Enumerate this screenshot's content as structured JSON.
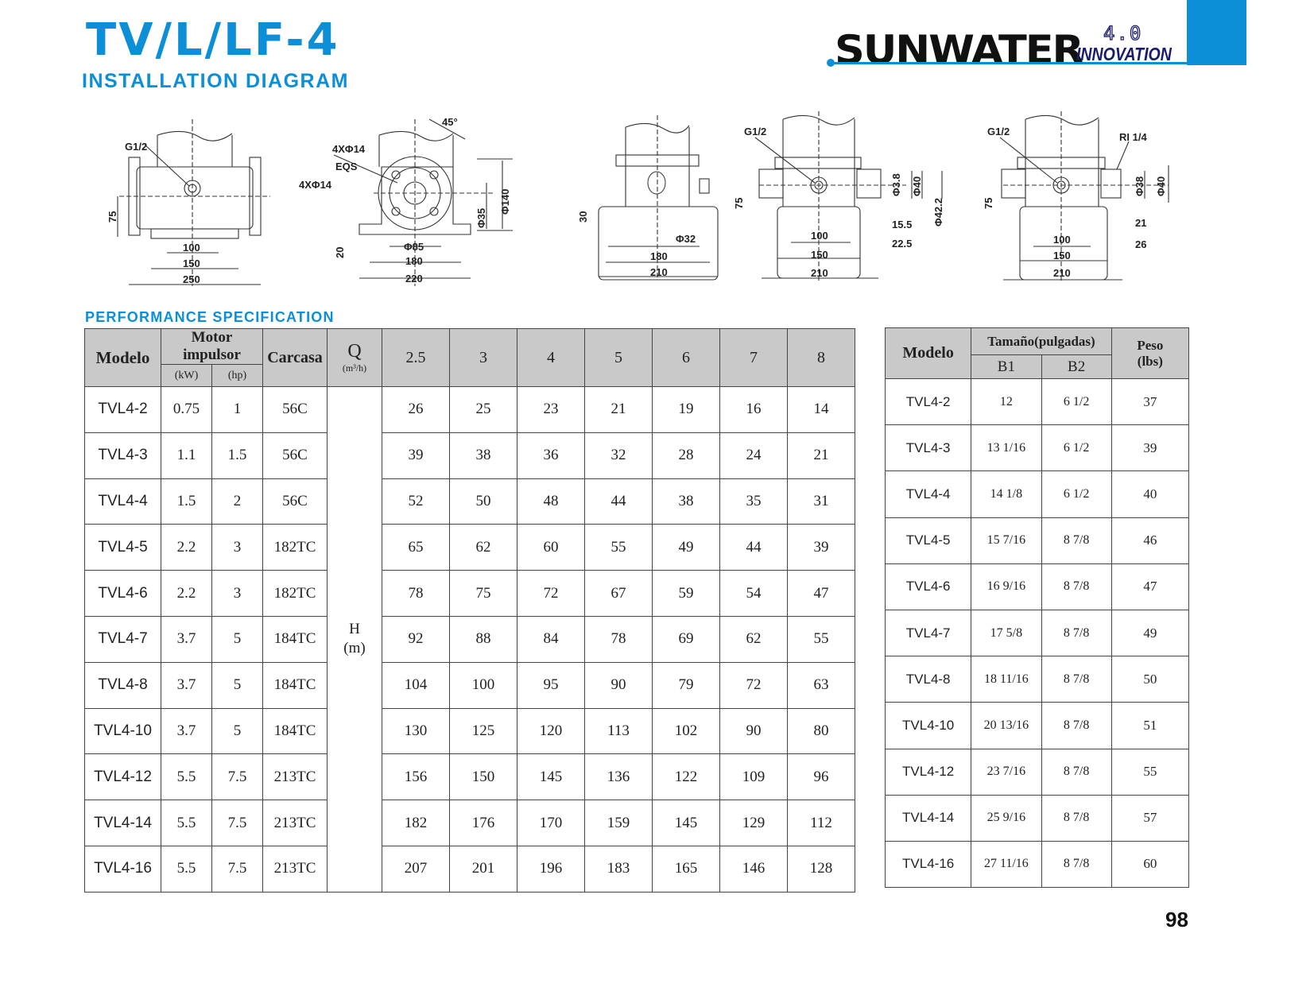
{
  "header": {
    "title": "TV/L/LF-4",
    "subtitle": "INSTALLATION DIAGRAM",
    "brand_color": "#0c8fd6"
  },
  "logo": {
    "word": "SUNWATER",
    "version": "4.0",
    "tagline": "INNOVATION"
  },
  "diagrams": [
    {
      "labels": [
        "G1/2",
        "75",
        "100",
        "150",
        "250"
      ]
    },
    {
      "labels": [
        "45°",
        "4XΦ14",
        "EQS",
        "4XΦ14",
        "Φ35",
        "Φ140",
        "20",
        "Φ85",
        "180",
        "220"
      ]
    },
    {
      "labels": [
        "30",
        "Φ32",
        "180",
        "210"
      ]
    },
    {
      "labels": [
        "G1/2",
        "75",
        "Φ3.8",
        "Φ40",
        "Φ42.2",
        "15.5",
        "22.5",
        "100",
        "150",
        "210"
      ]
    },
    {
      "labels": [
        "G1/2",
        "RI 1/4",
        "75",
        "Φ38",
        "Φ40",
        "21",
        "26",
        "100",
        "150",
        "210"
      ]
    }
  ],
  "section_title": "PERFORMANCE SPECIFICATION",
  "performance": {
    "headers": {
      "model": "Modelo",
      "motor": "Motor impulsor",
      "kw": "(kW)",
      "hp": "(hp)",
      "frame": "Carcasa",
      "q": "Q",
      "q_unit": "(m³/h)",
      "h": "H",
      "h_unit": "(m)"
    },
    "flows": [
      "2.5",
      "3",
      "4",
      "5",
      "6",
      "7",
      "8"
    ],
    "rows": [
      {
        "model": "TVL4-2",
        "kw": "0.75",
        "hp": "1",
        "frame": "56C",
        "heads": [
          "26",
          "25",
          "23",
          "21",
          "19",
          "16",
          "14"
        ]
      },
      {
        "model": "TVL4-3",
        "kw": "1.1",
        "hp": "1.5",
        "frame": "56C",
        "heads": [
          "39",
          "38",
          "36",
          "32",
          "28",
          "24",
          "21"
        ]
      },
      {
        "model": "TVL4-4",
        "kw": "1.5",
        "hp": "2",
        "frame": "56C",
        "heads": [
          "52",
          "50",
          "48",
          "44",
          "38",
          "35",
          "31"
        ]
      },
      {
        "model": "TVL4-5",
        "kw": "2.2",
        "hp": "3",
        "frame": "182TC",
        "heads": [
          "65",
          "62",
          "60",
          "55",
          "49",
          "44",
          "39"
        ]
      },
      {
        "model": "TVL4-6",
        "kw": "2.2",
        "hp": "3",
        "frame": "182TC",
        "heads": [
          "78",
          "75",
          "72",
          "67",
          "59",
          "54",
          "47"
        ]
      },
      {
        "model": "TVL4-7",
        "kw": "3.7",
        "hp": "5",
        "frame": "184TC",
        "heads": [
          "92",
          "88",
          "84",
          "78",
          "69",
          "62",
          "55"
        ]
      },
      {
        "model": "TVL4-8",
        "kw": "3.7",
        "hp": "5",
        "frame": "184TC",
        "heads": [
          "104",
          "100",
          "95",
          "90",
          "79",
          "72",
          "63"
        ]
      },
      {
        "model": "TVL4-10",
        "kw": "3.7",
        "hp": "5",
        "frame": "184TC",
        "heads": [
          "130",
          "125",
          "120",
          "113",
          "102",
          "90",
          "80"
        ]
      },
      {
        "model": "TVL4-12",
        "kw": "5.5",
        "hp": "7.5",
        "frame": "213TC",
        "heads": [
          "156",
          "150",
          "145",
          "136",
          "122",
          "109",
          "96"
        ]
      },
      {
        "model": "TVL4-14",
        "kw": "5.5",
        "hp": "7.5",
        "frame": "213TC",
        "heads": [
          "182",
          "176",
          "170",
          "159",
          "145",
          "129",
          "112"
        ]
      },
      {
        "model": "TVL4-16",
        "kw": "5.5",
        "hp": "7.5",
        "frame": "213TC",
        "heads": [
          "207",
          "201",
          "196",
          "183",
          "165",
          "146",
          "128"
        ]
      }
    ]
  },
  "dimensions": {
    "headers": {
      "model": "Modelo",
      "size": "Tamaño(pulgadas)",
      "b1": "B1",
      "b2": "B2",
      "weight": "Peso",
      "weight_unit": "(lbs)"
    },
    "rows": [
      {
        "model": "TVL4-2",
        "b1": "12",
        "b2": "6 1/2",
        "weight": "37"
      },
      {
        "model": "TVL4-3",
        "b1": "13 1/16",
        "b2": "6 1/2",
        "weight": "39"
      },
      {
        "model": "TVL4-4",
        "b1": "14 1/8",
        "b2": "6 1/2",
        "weight": "40"
      },
      {
        "model": "TVL4-5",
        "b1": "15 7/16",
        "b2": "8 7/8",
        "weight": "46"
      },
      {
        "model": "TVL4-6",
        "b1": "16 9/16",
        "b2": "8 7/8",
        "weight": "47"
      },
      {
        "model": "TVL4-7",
        "b1": "17 5/8",
        "b2": "8 7/8",
        "weight": "49"
      },
      {
        "model": "TVL4-8",
        "b1": "18 11/16",
        "b2": "8 7/8",
        "weight": "50"
      },
      {
        "model": "TVL4-10",
        "b1": "20 13/16",
        "b2": "8 7/8",
        "weight": "51"
      },
      {
        "model": "TVL4-12",
        "b1": "23 7/16",
        "b2": "8 7/8",
        "weight": "55"
      },
      {
        "model": "TVL4-14",
        "b1": "25 9/16",
        "b2": "8 7/8",
        "weight": "57"
      },
      {
        "model": "TVL4-16",
        "b1": "27 11/16",
        "b2": "8 7/8",
        "weight": "60"
      }
    ]
  },
  "page_number": "98"
}
